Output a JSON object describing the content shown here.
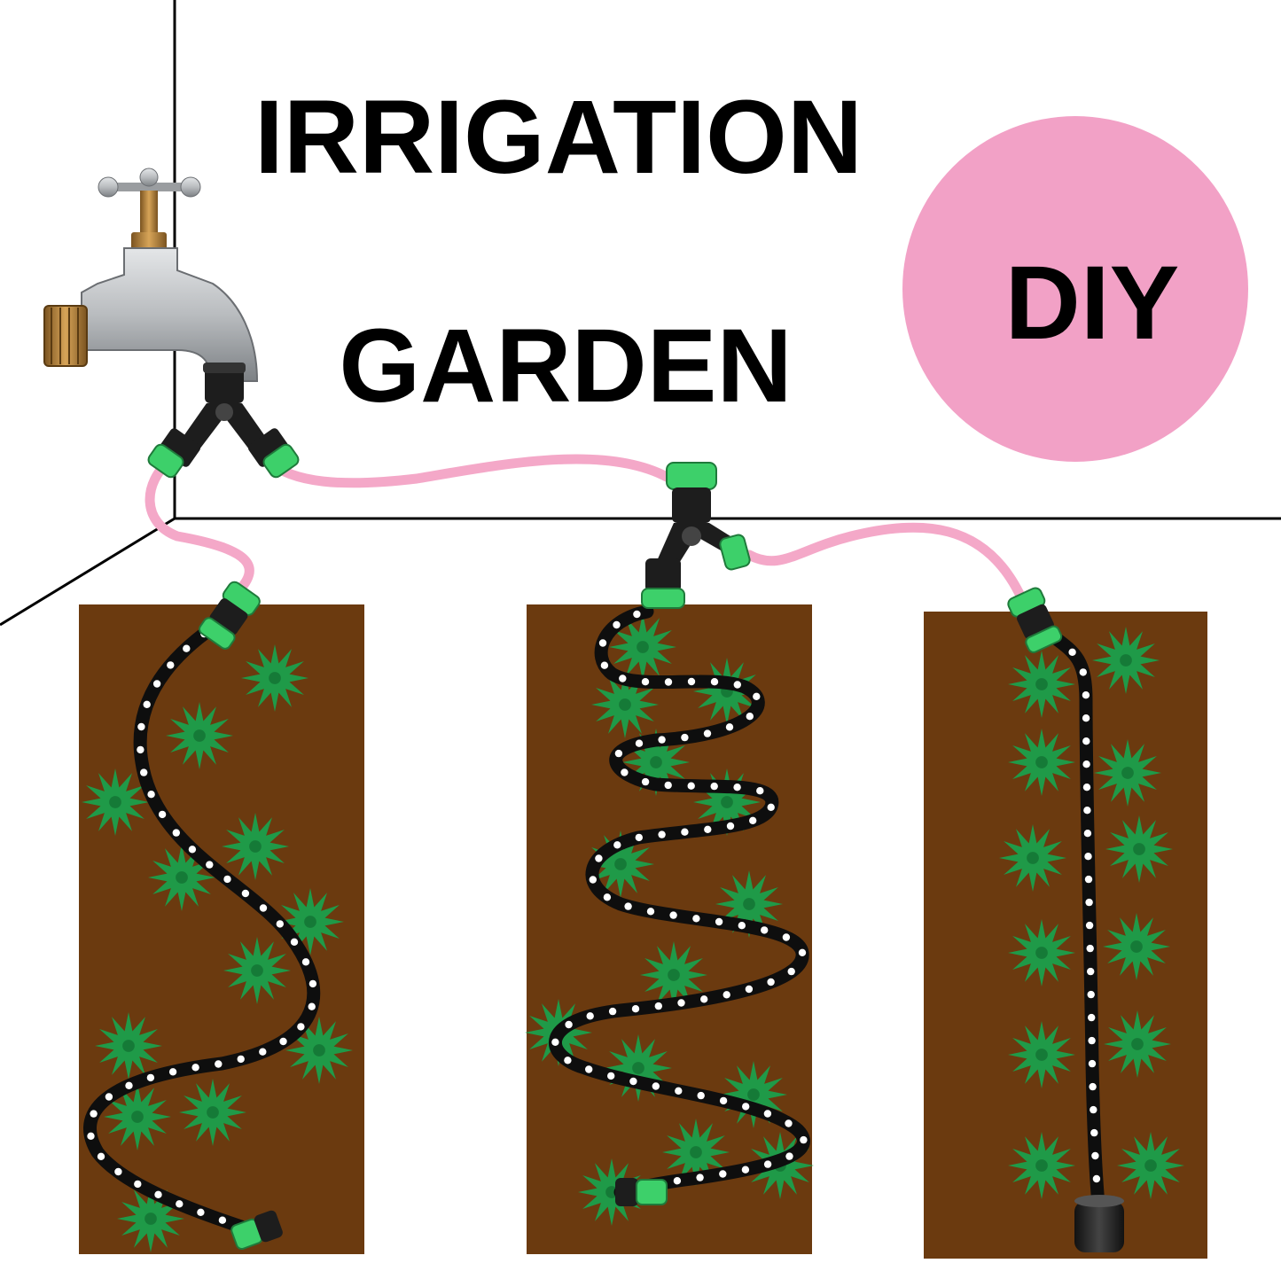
{
  "title_line_1": "IRRIGATION",
  "title_line_2": "GARDEN",
  "badge": {
    "label": "DIY",
    "color": "#f2a1c6"
  },
  "colors": {
    "soil": "#6b3a0f",
    "plant": "#1f9a48",
    "feed_hose": "#f4a8c8",
    "drip_hose": "#0e0e0e",
    "emitter": "#ffffff",
    "connector": "#3dd06a",
    "connector_body": "#1d1d1d",
    "wall_line": "#000000",
    "faucet": "#b9bcbf",
    "brass": "#b8863b"
  },
  "icons": [
    "faucet-icon",
    "y-splitter-icon",
    "hose-connector-icon",
    "end-cap-icon",
    "plant-icon"
  ],
  "beds": [
    {
      "id": "bed-1",
      "hose_pattern": "loose-wave",
      "plants": 12
    },
    {
      "id": "bed-2",
      "hose_pattern": "tight-zigzag",
      "plants": 14
    },
    {
      "id": "bed-3",
      "hose_pattern": "straight",
      "plants": 12
    }
  ]
}
